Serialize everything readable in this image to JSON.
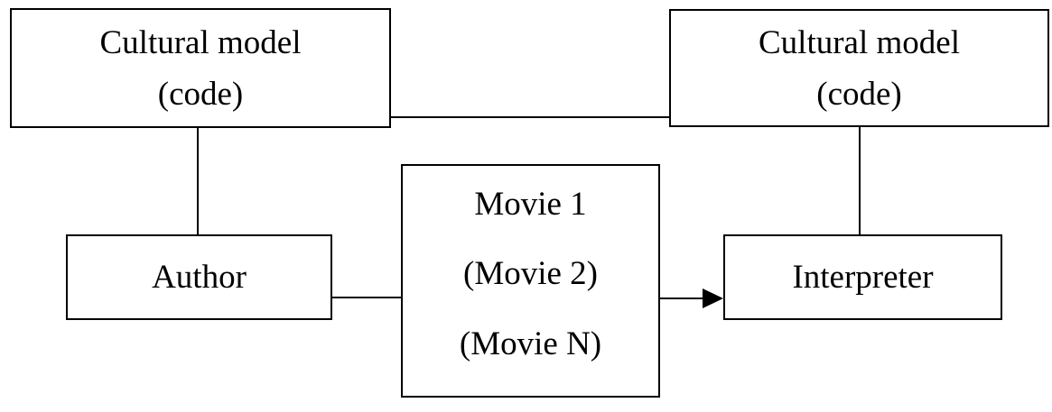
{
  "diagram": {
    "cultural_model_left": {
      "line1": "Cultural model",
      "line2": "(code)"
    },
    "cultural_model_right": {
      "line1": "Cultural model",
      "line2": "(code)"
    },
    "author": {
      "label": "Author"
    },
    "movies": {
      "items": [
        "Movie 1",
        "(Movie 2)",
        "(Movie N)"
      ]
    },
    "interpreter": {
      "label": "Interpreter"
    },
    "colors": {
      "line": "#000000",
      "background": "#ffffff"
    }
  }
}
